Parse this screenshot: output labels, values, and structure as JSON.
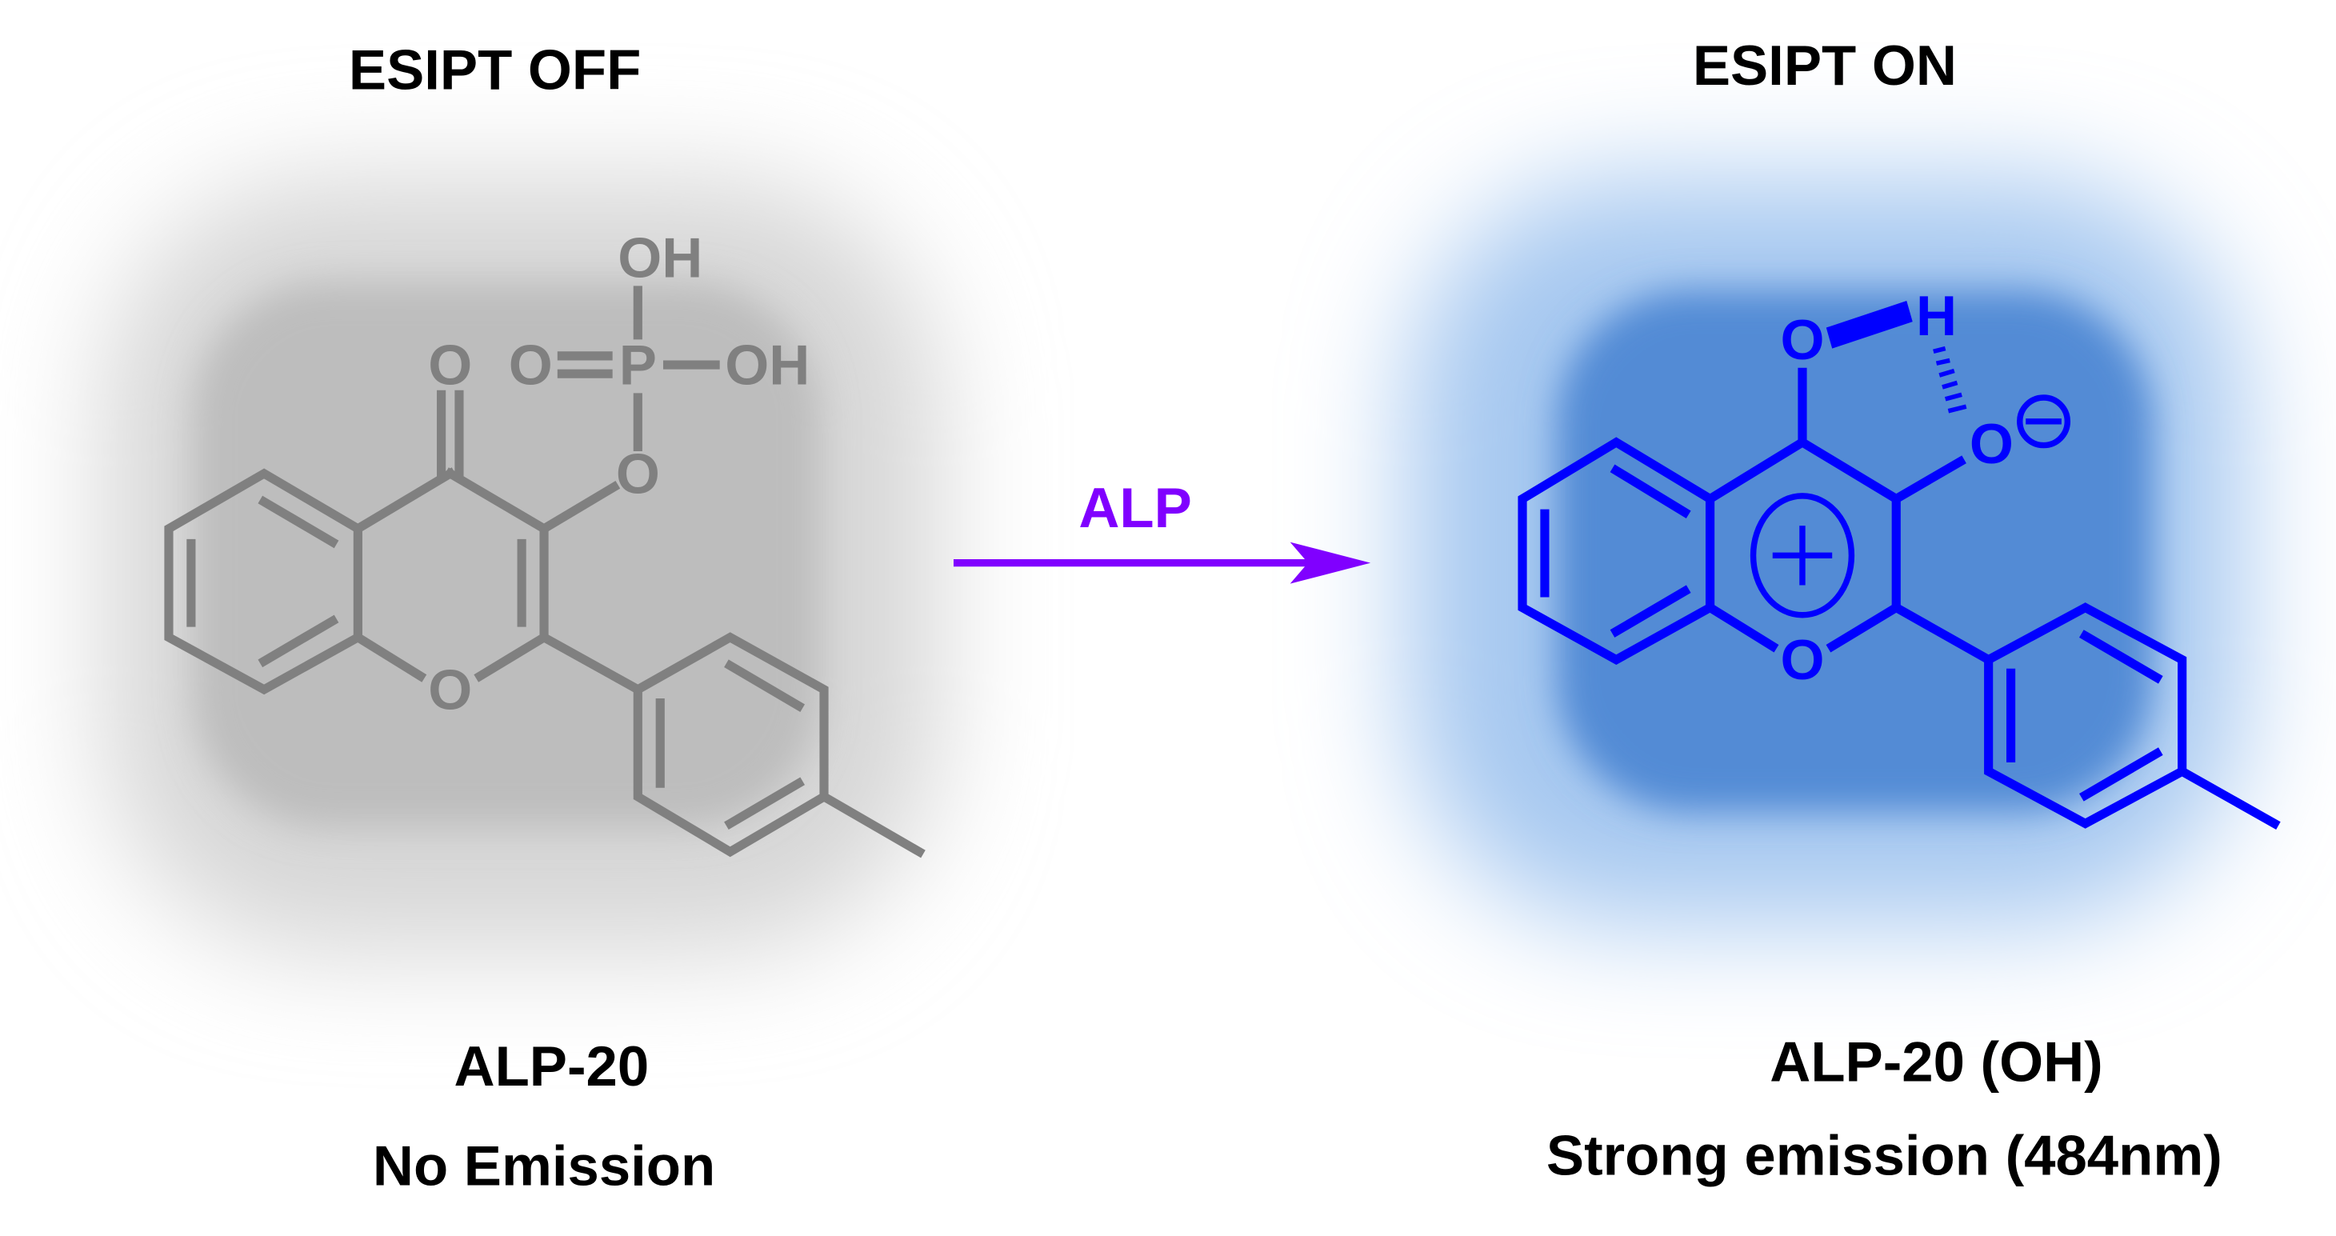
{
  "left_panel": {
    "state_title": "ESIPT OFF",
    "compound_name": "ALP-20",
    "emission_text": "No Emission",
    "atoms": {
      "carbonyl_o": "O",
      "ester_o": "O",
      "phosphorus": "P",
      "p_double_o": "O",
      "oh_top": "OH",
      "oh_right": "OH",
      "ring_o": "O"
    }
  },
  "reaction": {
    "enzyme_label": "ALP"
  },
  "right_panel": {
    "state_title": "ESIPT ON",
    "compound_name": "ALP-20 (OH)",
    "emission_text": "Strong emission (484nm)",
    "atoms": {
      "hydroxyl_o": "O",
      "hydrogen": "H",
      "oxide_o": "O",
      "ring_o": "O"
    }
  },
  "colors": {
    "off_molecule": "#808080",
    "on_molecule": "#0000ff",
    "arrow": "#8000ff",
    "off_glow": "#bdbdbd",
    "on_glow": "#528bd5"
  }
}
